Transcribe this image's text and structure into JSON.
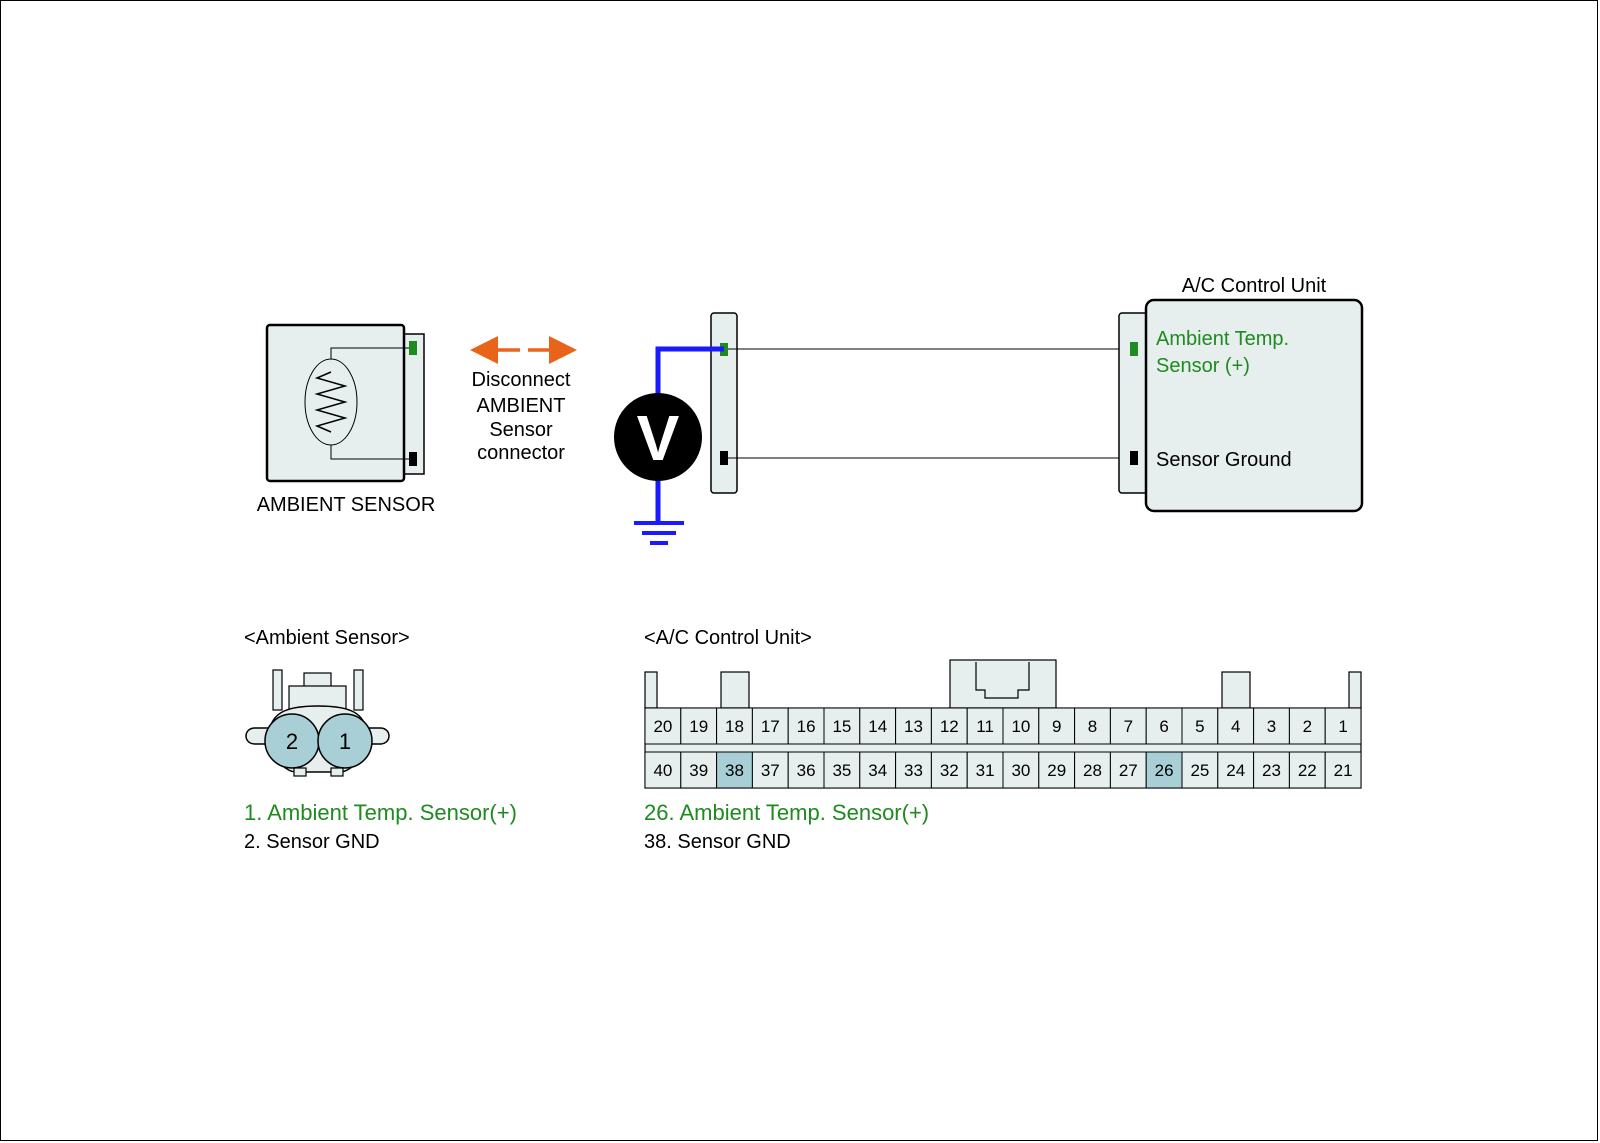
{
  "colors": {
    "accent_green": "#1f8a1f",
    "wire_blue": "#1a1aff",
    "arrow_orange": "#e8641b",
    "box_fill": "#e7eeee",
    "pin_highlight": "#a9cfd6"
  },
  "sensor": {
    "label": "AMBIENT SENSOR"
  },
  "disconnect": {
    "line1": "Disconnect",
    "line2": "AMBIENT",
    "line3": "Sensor",
    "line4": "connector"
  },
  "voltmeter": {
    "symbol": "V"
  },
  "acu": {
    "title": "A/C Control Unit",
    "pin_plus_line1": "Ambient Temp.",
    "pin_plus_line2": "Sensor (+)",
    "pin_ground": "Sensor Ground"
  },
  "sensor_connector": {
    "title": "<Ambient Sensor>",
    "pins": [
      "2",
      "1"
    ],
    "legend": [
      {
        "text": "1. Ambient Temp. Sensor(+)",
        "color": "green"
      },
      {
        "text": "2. Sensor GND",
        "color": "black"
      }
    ]
  },
  "acu_connector": {
    "title": "<A/C Control Unit>",
    "top_row": [
      "20",
      "19",
      "18",
      "17",
      "16",
      "15",
      "14",
      "13",
      "12",
      "11",
      "10",
      "9",
      "8",
      "7",
      "6",
      "5",
      "4",
      "3",
      "2",
      "1"
    ],
    "bottom_row": [
      "40",
      "39",
      "38",
      "37",
      "36",
      "35",
      "34",
      "33",
      "32",
      "31",
      "30",
      "29",
      "28",
      "27",
      "26",
      "25",
      "24",
      "23",
      "22",
      "21"
    ],
    "highlighted": [
      "38",
      "26"
    ],
    "legend": [
      {
        "text": "26. Ambient Temp. Sensor(+)",
        "color": "green"
      },
      {
        "text": "38. Sensor GND",
        "color": "black"
      }
    ]
  }
}
